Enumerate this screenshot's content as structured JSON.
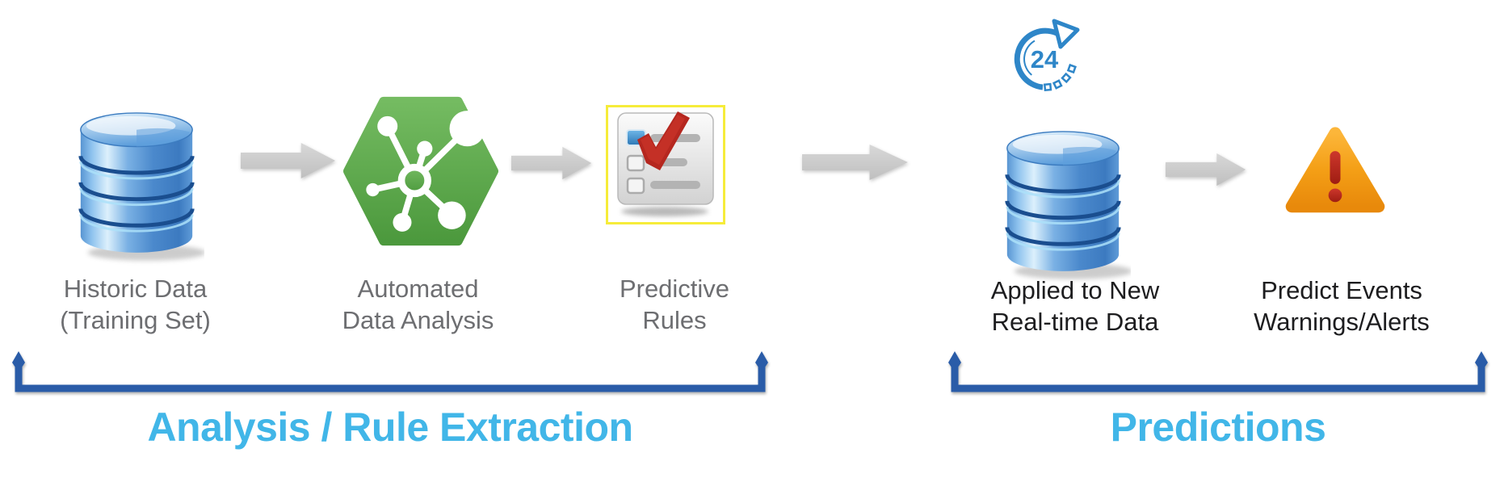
{
  "stages": [
    {
      "name": "historic-data",
      "label": [
        "Historic Data",
        "(Training Set)"
      ]
    },
    {
      "name": "automated-analysis",
      "label": [
        "Automated",
        "Data Analysis"
      ]
    },
    {
      "name": "predictive-rules",
      "label": [
        "Predictive",
        "Rules"
      ]
    },
    {
      "name": "applied-to-new-data",
      "label": [
        "Applied to New",
        "Real-time Data"
      ],
      "badge": "24"
    },
    {
      "name": "predict-events",
      "label": [
        "Predict Events",
        "Warnings/Alerts"
      ]
    }
  ],
  "groups": [
    {
      "name": "analysis-rule-extraction",
      "label": "Analysis / Rule Extraction"
    },
    {
      "name": "predictions",
      "label": "Predictions"
    }
  ],
  "colors": {
    "heading_blue": "#41b6e8",
    "bracket_blue": "#2b5ca8",
    "label_gray": "#6d6e71",
    "label_dark": "#1d1d1f",
    "arrow_gray": "#c9c9c9",
    "hexagon_green": "#5aa747",
    "database_blue": "#4e94d8",
    "database_edge_blue": "#1a4e8f",
    "clock_blue": "#2e86c8",
    "warning_orange": "#f29d13",
    "alert_red": "#bf2b20",
    "checklist_border_yellow": "#f6ec3a"
  }
}
